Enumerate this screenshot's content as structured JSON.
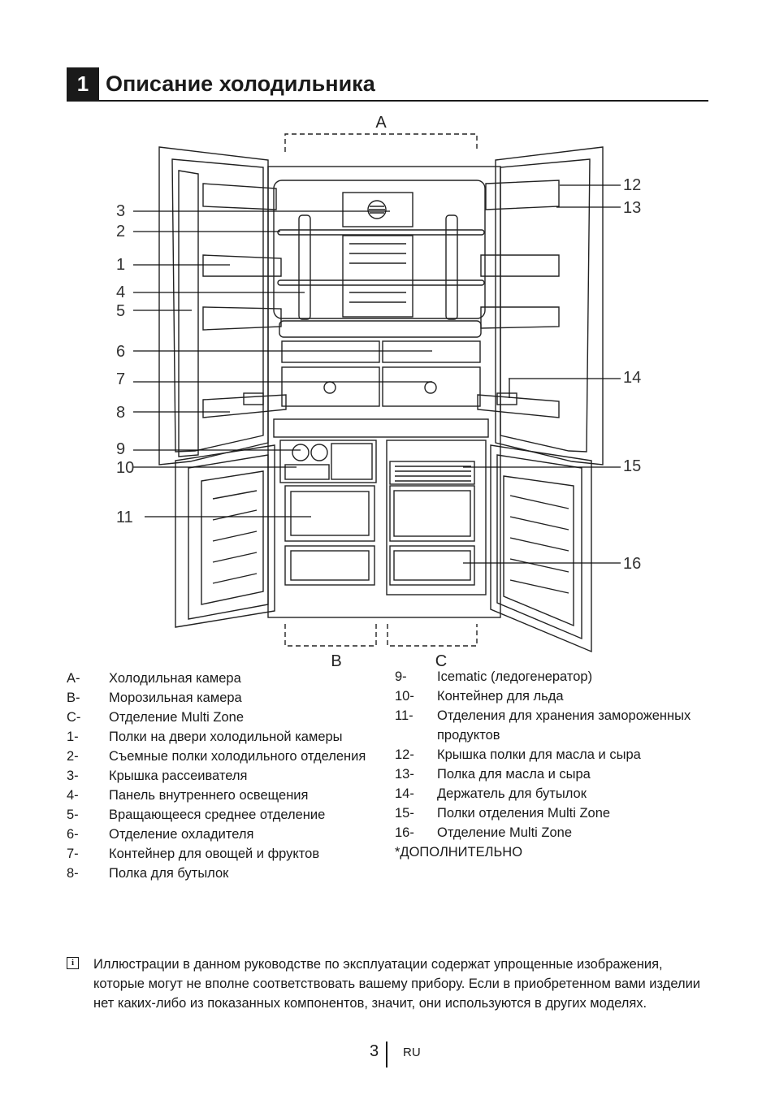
{
  "header": {
    "section_number": "1",
    "title": "Описание холодильника"
  },
  "diagram": {
    "zones": {
      "a": "A",
      "b": "B",
      "c": "C"
    },
    "callouts": [
      "1",
      "2",
      "3",
      "4",
      "5",
      "6",
      "7",
      "8",
      "9",
      "10",
      "11",
      "12",
      "13",
      "14",
      "15",
      "16"
    ]
  },
  "legend_left": [
    {
      "key": "A-",
      "text": "Холодильная камера"
    },
    {
      "key": "B-",
      "text": "Морозильная камера"
    },
    {
      "key": "C-",
      "text": "Отделение Multi Zone"
    },
    {
      "key": "1-",
      "text": "Полки на двери холодильной камеры"
    },
    {
      "key": "2-",
      "text": "Съемные полки холодильного отделения"
    },
    {
      "key": "3-",
      "text": "Крышка рассеивателя"
    },
    {
      "key": "4-",
      "text": "Панель внутреннего освещения"
    },
    {
      "key": "5-",
      "text": "Вращающееся среднее отделение"
    },
    {
      "key": "6-",
      "text": "Отделение охладителя"
    },
    {
      "key": "7-",
      "text": "Контейнер для овощей и фруктов"
    },
    {
      "key": "8-",
      "text": "Полка для бутылок"
    }
  ],
  "legend_right": [
    {
      "key": "9-",
      "text": "Icematic (ледогенератор)"
    },
    {
      "key": "10-",
      "text": "Контейнер для льда"
    },
    {
      "key": "11-",
      "text": "Отделения для хранения замороженных продуктов"
    },
    {
      "key": "12-",
      "text": "Крышка полки для масла и сыра"
    },
    {
      "key": "13-",
      "text": "Полка для масла и сыра"
    },
    {
      "key": "14-",
      "text": "Держатель для бутылок"
    },
    {
      "key": "15-",
      "text": "Полки отделения Multi Zone"
    },
    {
      "key": "16-",
      "text": "Отделение Multi Zone"
    }
  ],
  "optional_note": "*ДОПОЛНИТЕЛЬНО",
  "info_icon": "info-icon",
  "note": "Иллюстрации в данном руководстве по эксплуатации содержат упрощенные изображения, которые могут не вполне соответствовать вашему прибору. Если в приобретенном вами изделии нет каких-либо из показанных компонентов, значит, они используются в других моделях.",
  "footer": {
    "page": "3",
    "lang": "RU"
  }
}
